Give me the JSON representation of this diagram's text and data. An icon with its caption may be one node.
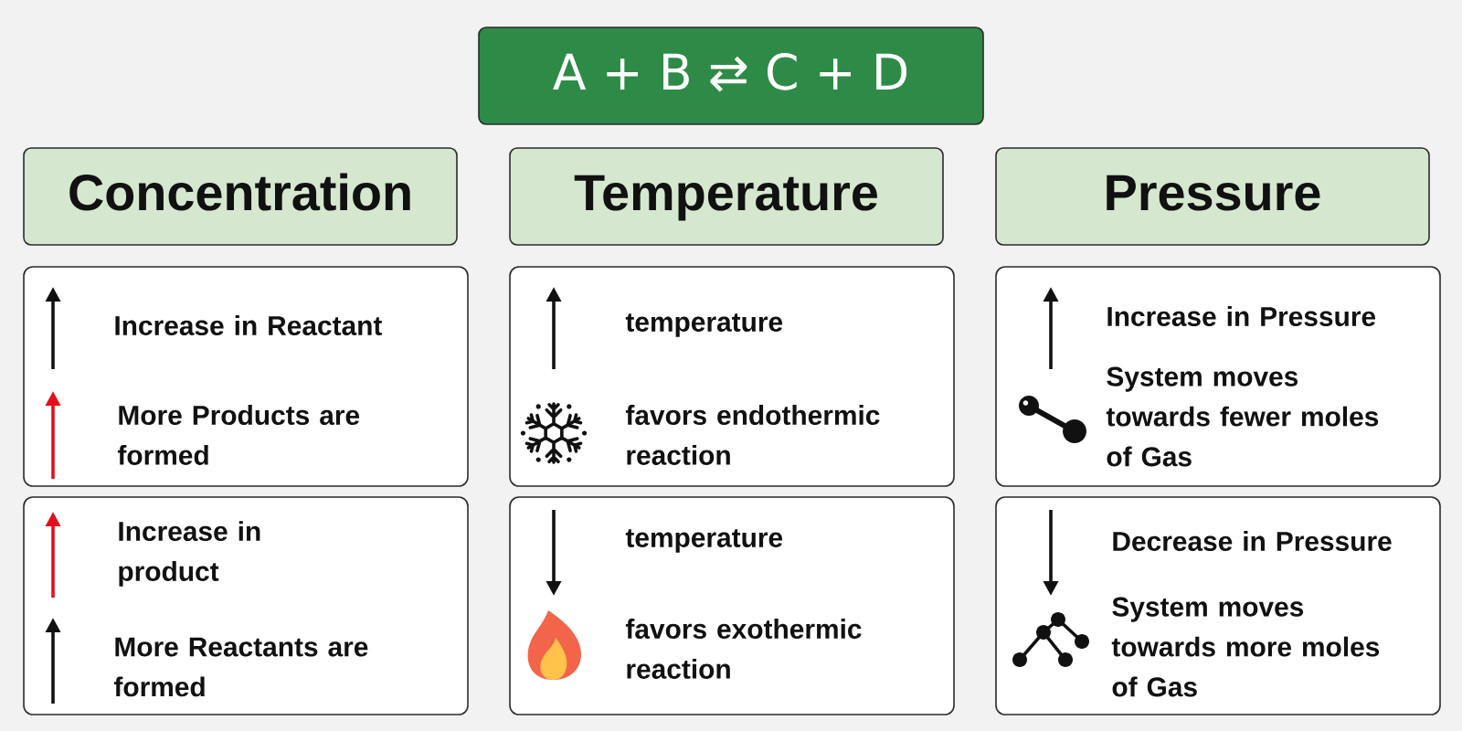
{
  "diagram": {
    "nodes": [
      {
        "text": [
          "A + B ⇄ C + D"
        ]
      },
      {
        "text": [
          "Concentration"
        ]
      },
      {
        "text": [
          "Temperature"
        ]
      },
      {
        "text": [
          "Pressure"
        ]
      },
      {
        "text": [
          "Increase in Reactant",
          "More Products are formed"
        ]
      },
      {
        "text": [
          "temperature",
          "favors endothermic reaction"
        ]
      },
      {
        "text": [
          "Increase in Pressure",
          "System moves towards fewer moles of Gas"
        ]
      },
      {
        "text": [
          "Increase in product",
          "More Reactants are formed"
        ]
      },
      {
        "text": [
          "temperature",
          "favors exothermic reaction"
        ]
      },
      {
        "text": [
          "Decrease in Pressure",
          "System moves towards more moles of Gas"
        ]
      }
    ]
  }
}
